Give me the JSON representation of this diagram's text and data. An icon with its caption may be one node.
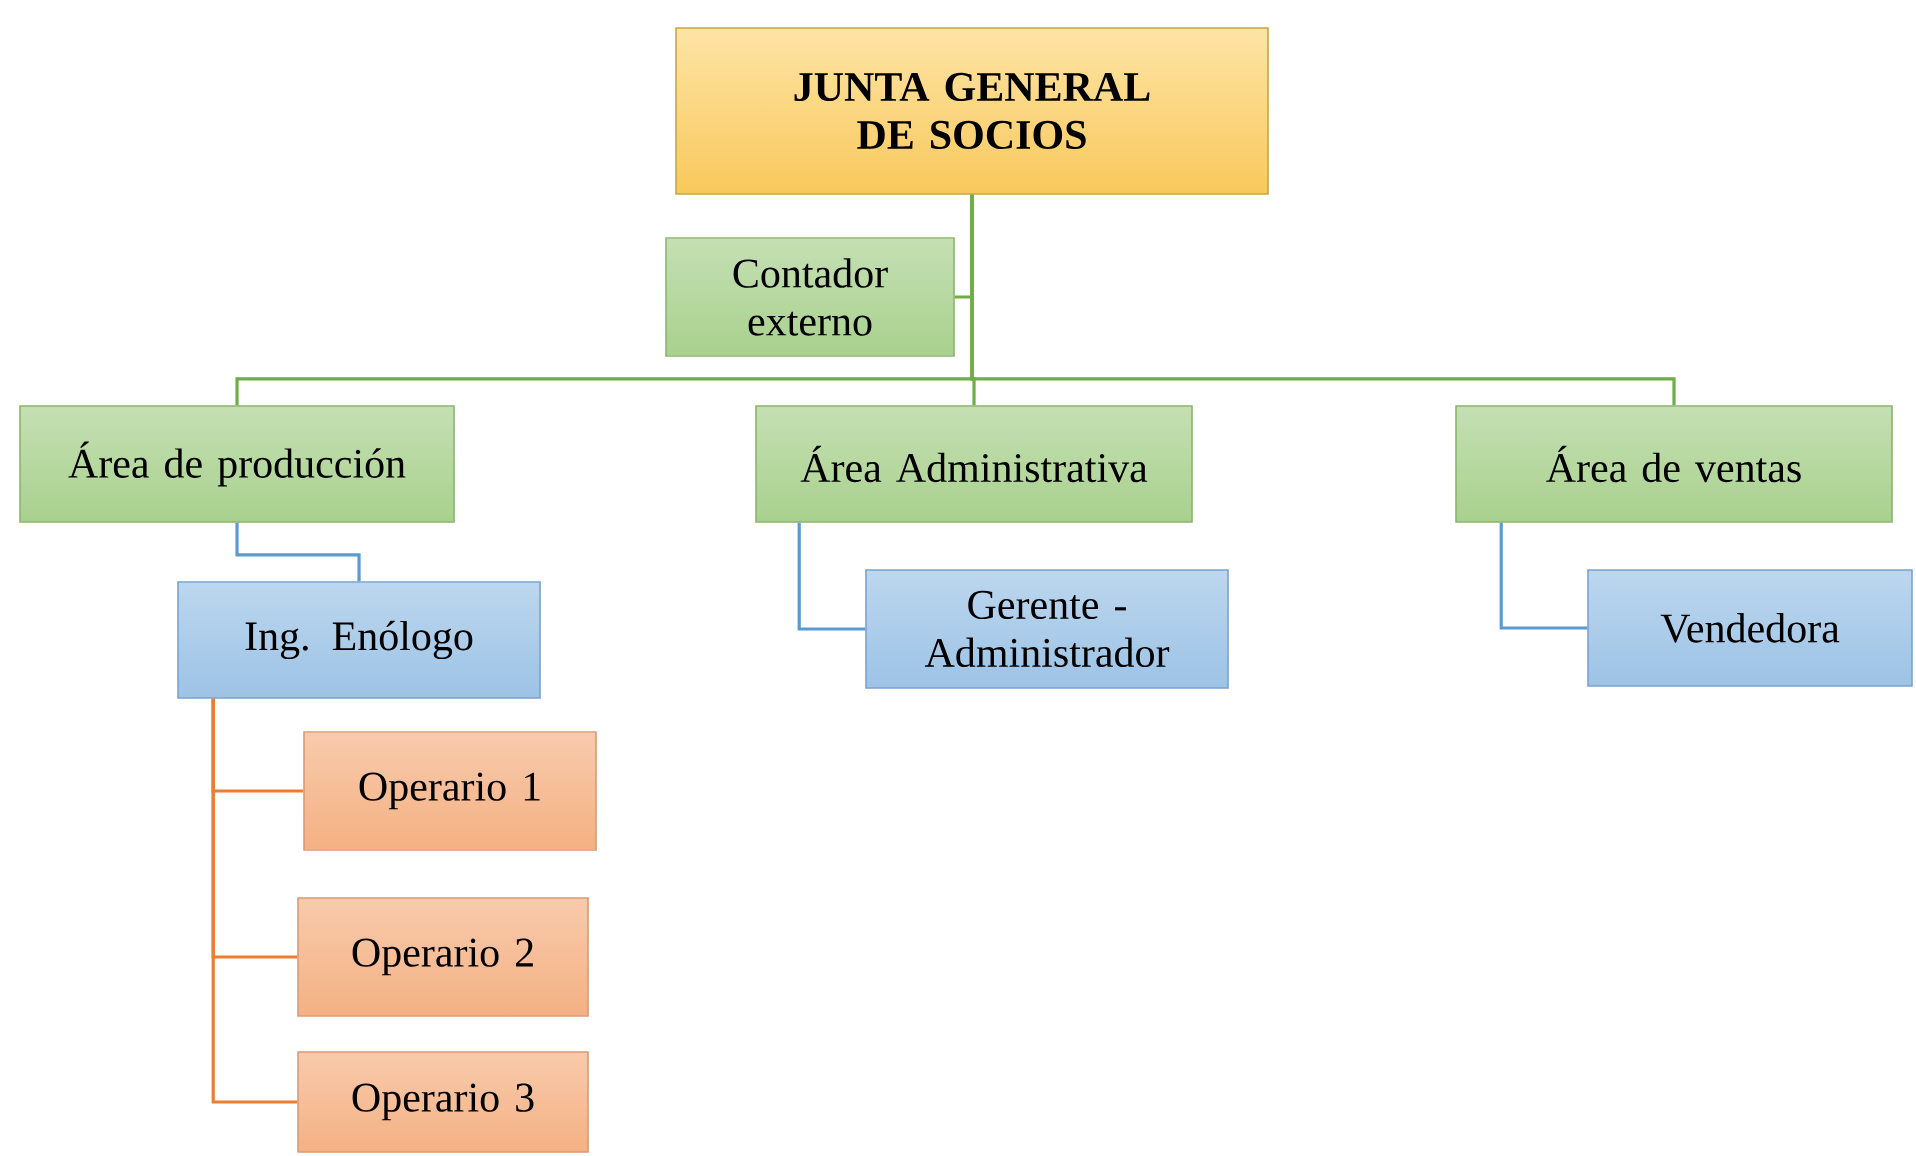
{
  "diagram": {
    "nodes": [
      {
        "text": [
          "JUNTA GENERAL DE SOCIOS"
        ]
      },
      {
        "text": [
          "Contador externo"
        ]
      },
      {
        "text": [
          "Área de producción"
        ]
      },
      {
        "text": [
          "Área Administrativa"
        ]
      },
      {
        "text": [
          "Área de ventas"
        ]
      },
      {
        "text": [
          "Ing. Enólogo"
        ]
      },
      {
        "text": [
          "Gerente - Administrador"
        ]
      },
      {
        "text": [
          "Vendedora"
        ]
      },
      {
        "text": [
          "Operario 1"
        ]
      },
      {
        "text": [
          "Operario 2"
        ]
      },
      {
        "text": [
          "Operario 3"
        ]
      }
    ],
    "edges": [
      {
        "from": 0,
        "to": 1,
        "arrow": "none"
      },
      {
        "from": 0,
        "to": 2,
        "arrow": "none"
      },
      {
        "from": 0,
        "to": 3,
        "arrow": "none"
      },
      {
        "from": 0,
        "to": 4,
        "arrow": "none"
      },
      {
        "from": 2,
        "to": 5,
        "arrow": "none",
        "color": "#5b9bd5"
      },
      {
        "from": 3,
        "to": 6,
        "arrow": "none",
        "color": "#5b9bd5"
      },
      {
        "from": 4,
        "to": 7,
        "arrow": "none",
        "color": "#5b9bd5"
      },
      {
        "from": 5,
        "to": 8,
        "arrow": "none",
        "color": "#ed7d31"
      },
      {
        "from": 5,
        "to": 9,
        "arrow": "none",
        "color": "#ed7d31"
      },
      {
        "from": 5,
        "to": 10,
        "arrow": "none",
        "color": "#ed7d31"
      }
    ]
  }
}
